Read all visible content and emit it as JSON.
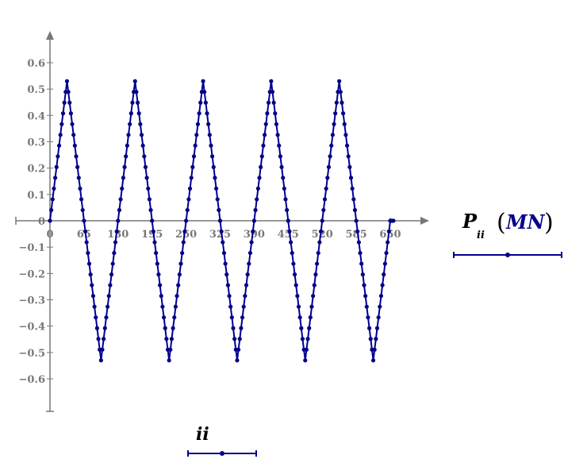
{
  "chart_data": {
    "type": "scatter",
    "title": "",
    "xlabel": "ii",
    "ylabel_var": "P",
    "ylabel_sub": "ii",
    "ylabel_unit": "MN",
    "xlim": [
      -65,
      720
    ],
    "ylim": [
      -0.72,
      0.7
    ],
    "xticks": [
      0,
      65,
      130,
      195,
      260,
      325,
      390,
      455,
      520,
      585,
      650
    ],
    "xtick_labels": [
      "0",
      "65",
      "130",
      "195",
      "260",
      "325",
      "390",
      "455",
      "520",
      "585",
      "650"
    ],
    "yticks": [
      0.6,
      0.5,
      0.4,
      0.3,
      0.2,
      0.1,
      0,
      -0.1,
      -0.2,
      -0.3,
      -0.4,
      -0.5,
      -0.6
    ],
    "ytick_labels": [
      "0.6",
      "0.5",
      "0.4",
      "0.3",
      "0.2",
      "0.1",
      "0",
      "−0.1",
      "−0.2",
      "−0.3",
      "−0.4",
      "−0.5",
      "−0.6"
    ],
    "series": [
      {
        "name": "P_ii",
        "shape": "triangle-wave",
        "period": 130,
        "amplitude": 0.53,
        "x_start": 0,
        "x_end": 650,
        "step": 2.5,
        "tail_x": [
          652,
          654,
          656
        ],
        "tail_y": [
          0,
          0,
          0
        ],
        "color": "#00008b"
      }
    ],
    "grid": false,
    "legend": "none"
  }
}
